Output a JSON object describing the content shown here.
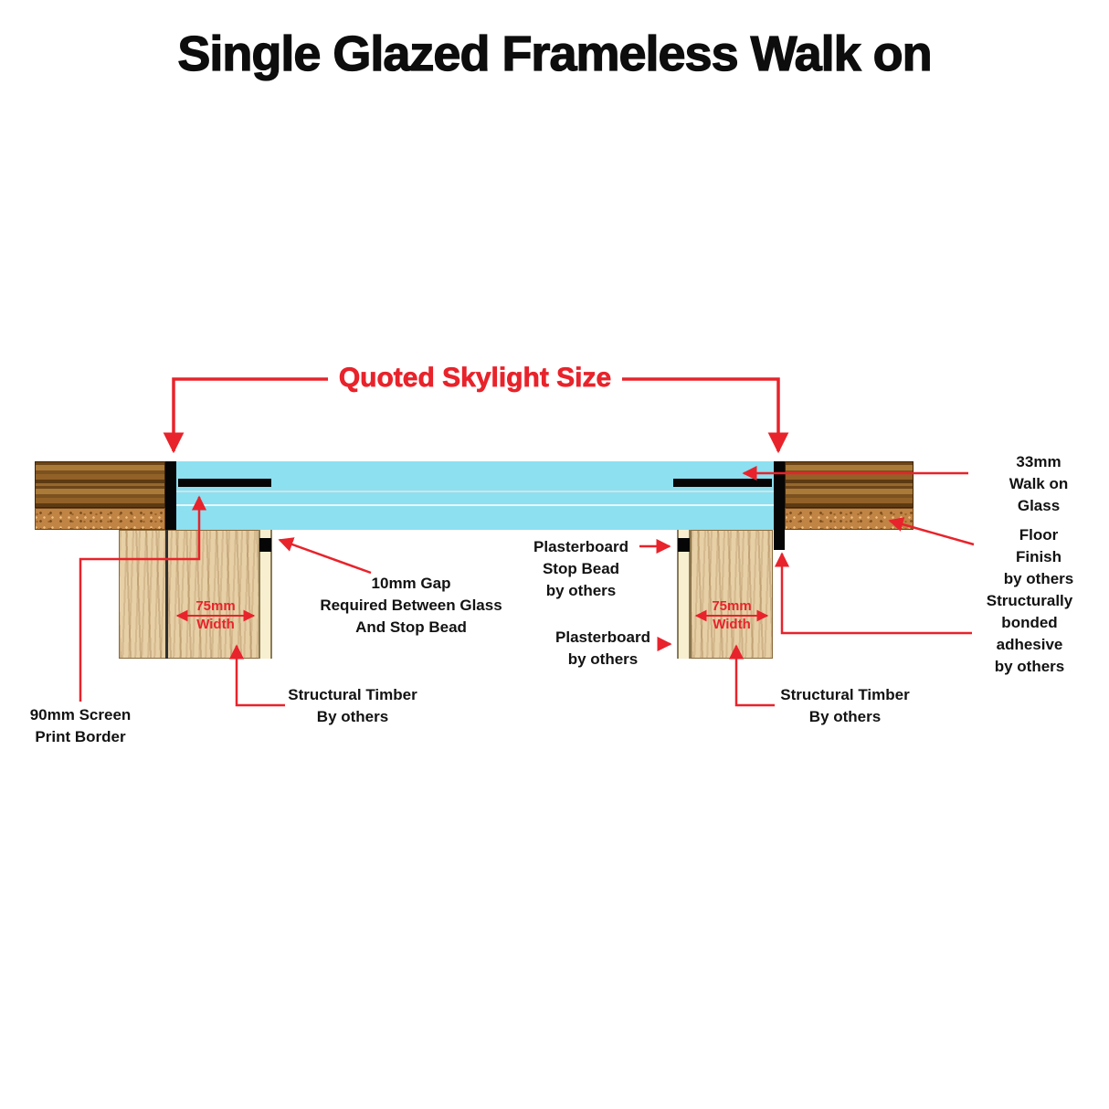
{
  "title": "Single Glazed Frameless Walk on",
  "colors": {
    "accent_red": "#e8232b",
    "glass_blue": "#8ce0f0",
    "wood_brown": "#8a5a2b",
    "cork_tan": "#c08445",
    "timber_light": "#e7cfa6",
    "plasterboard_cream": "#f7efcf",
    "ink_black": "#111111"
  },
  "diagram": {
    "dimension_label": "Quoted Skylight Size",
    "callouts": {
      "walk_on_glass": "33mm Walk on\nGlass",
      "floor_finish": "Floor Finish\nby others",
      "bonded_adhesive": "Structurally\nbonded\nadhesive\nby others",
      "stop_bead": "Plasterboard\nStop Bead\nby others",
      "plasterboard": "Plasterboard\nby others",
      "gap_note": "10mm Gap\nRequired Between Glass\nAnd Stop Bead",
      "screen_print_border": "90mm Screen\nPrint Border",
      "structural_timber_left": "Structural Timber\nBy others",
      "structural_timber_right": "Structural Timber\nBy others",
      "width_left": "75mm\nWidth",
      "width_right": "75mm\nWidth"
    }
  }
}
